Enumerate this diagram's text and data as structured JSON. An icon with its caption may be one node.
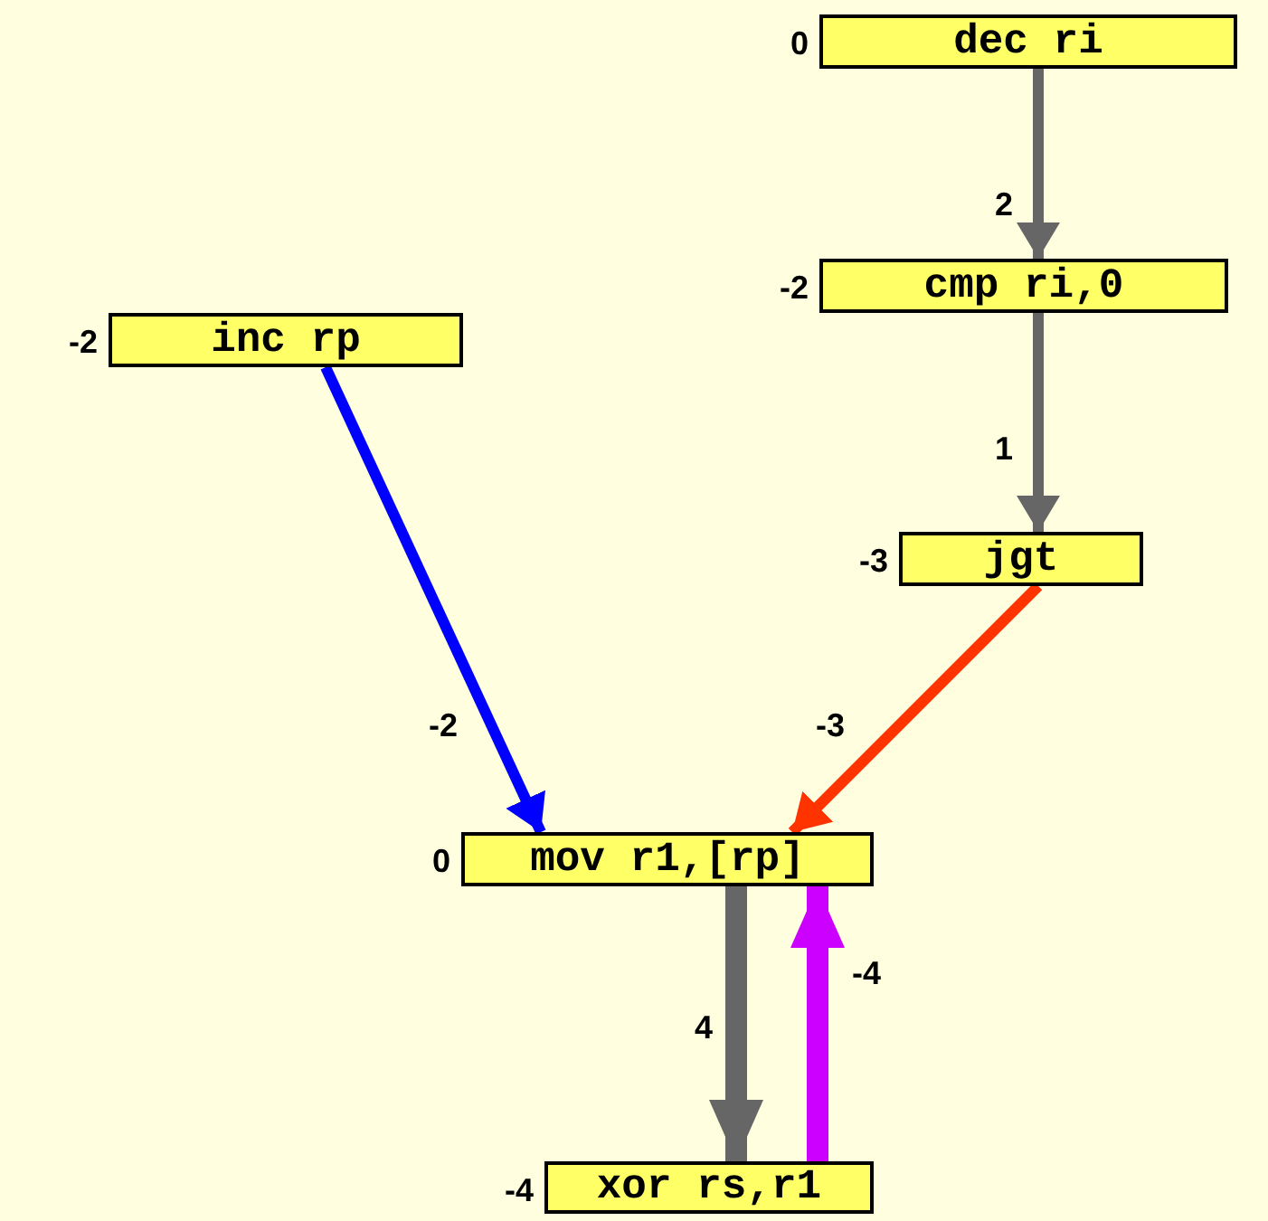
{
  "diagram": {
    "nodes": [
      {
        "text": [
          "dec ri"
        ],
        "beside": [
          "0"
        ]
      },
      {
        "text": [
          "cmp ri,0"
        ],
        "beside": [
          "-2"
        ]
      },
      {
        "text": [
          "inc rp"
        ],
        "beside": [
          "-2"
        ]
      },
      {
        "text": [
          "jgt"
        ],
        "beside": [
          "-3"
        ]
      },
      {
        "text": [
          "mov r1,[rp]"
        ],
        "beside": [
          "0"
        ]
      },
      {
        "text": [
          "xor rs,r1"
        ],
        "beside": [
          "-4"
        ]
      }
    ],
    "edges": [
      {
        "from": 0,
        "to": 1,
        "arrow": "to",
        "label": "2"
      },
      {
        "from": 1,
        "to": 3,
        "arrow": "to",
        "label": "1"
      },
      {
        "from": 2,
        "to": 4,
        "arrow": "to",
        "label": "-2",
        "color": "#0000ff"
      },
      {
        "from": 3,
        "to": 4,
        "arrow": "to",
        "label": "-3",
        "color": "#ff3300"
      },
      {
        "from": 4,
        "to": 5,
        "arrow": "to",
        "label": "4",
        "style": "thick"
      },
      {
        "from": 5,
        "to": 4,
        "arrow": "to",
        "label": "-4",
        "style": "thick",
        "color": "#cc00ff"
      }
    ]
  }
}
